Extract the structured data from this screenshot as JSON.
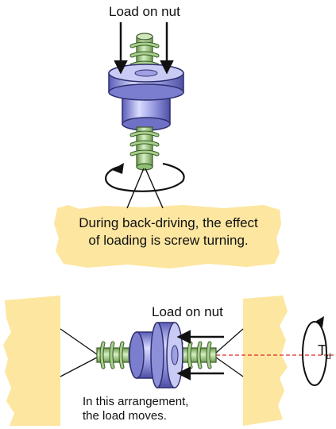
{
  "top": {
    "load_label": "Load on nut",
    "caption_line1": "During back-driving, the effect",
    "caption_line2": "of loading is screw turning."
  },
  "bottom": {
    "load_label": "Load on nut",
    "caption_line1": "In this arrangement,",
    "caption_line2": "the load moves.",
    "torque_symbol": "T",
    "torque_subscript": "d"
  },
  "colors": {
    "wall_fill": "#fde6a0",
    "screw_green": "#a7d08a",
    "nut_purple": "#8d8fd8",
    "axis_red": "#d62b2b"
  }
}
